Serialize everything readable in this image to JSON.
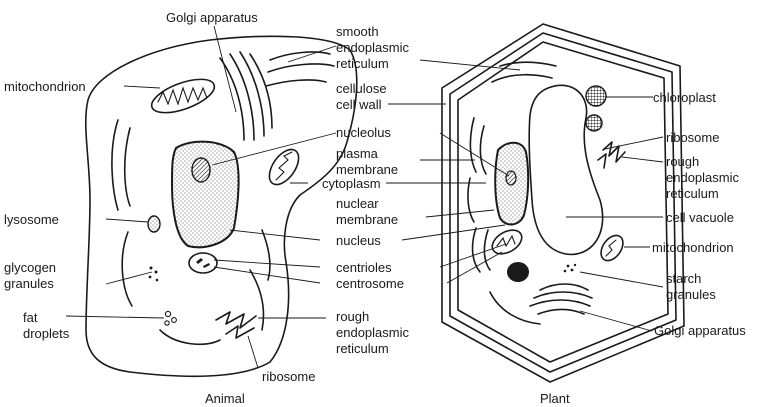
{
  "captions": {
    "animal": "Animal",
    "plant": "Plant"
  },
  "animal_labels": {
    "golgi": "Golgi apparatus",
    "mitochondrion": "mitochondrion",
    "lysosome": "lysosome",
    "glycogen_1": "glycogen",
    "glycogen_2": "granules",
    "fat_1": "fat",
    "fat_2": "droplets",
    "ribosome": "ribosome"
  },
  "shared_labels": {
    "smooth_er_1": "smooth",
    "smooth_er_2": "endoplasmic",
    "smooth_er_3": "reticulum",
    "cell_wall_1": "cellulose",
    "cell_wall_2": "cell wall",
    "nucleolus": "nucleolus",
    "plasma_1": "plasma",
    "plasma_2": "membrane",
    "cytoplasm": "cytoplasm",
    "nuclear_1": "nuclear",
    "nuclear_2": "membrane",
    "nucleus": "nucleus",
    "centrioles": "centrioles",
    "centrosome": "centrosome",
    "rough_er_1": "rough",
    "rough_er_2": "endoplasmic",
    "rough_er_3": "reticulum"
  },
  "plant_labels": {
    "chloroplast": "chloroplast",
    "ribosome": "ribosome",
    "rough_er_1": "rough",
    "rough_er_2": "endoplasmic",
    "rough_er_3": "reticulum",
    "vacuole": "cell vacuole",
    "mitochondrion": "mitochondrion",
    "starch_1": "starch",
    "starch_2": "granules",
    "golgi": "Golgi apparatus"
  }
}
